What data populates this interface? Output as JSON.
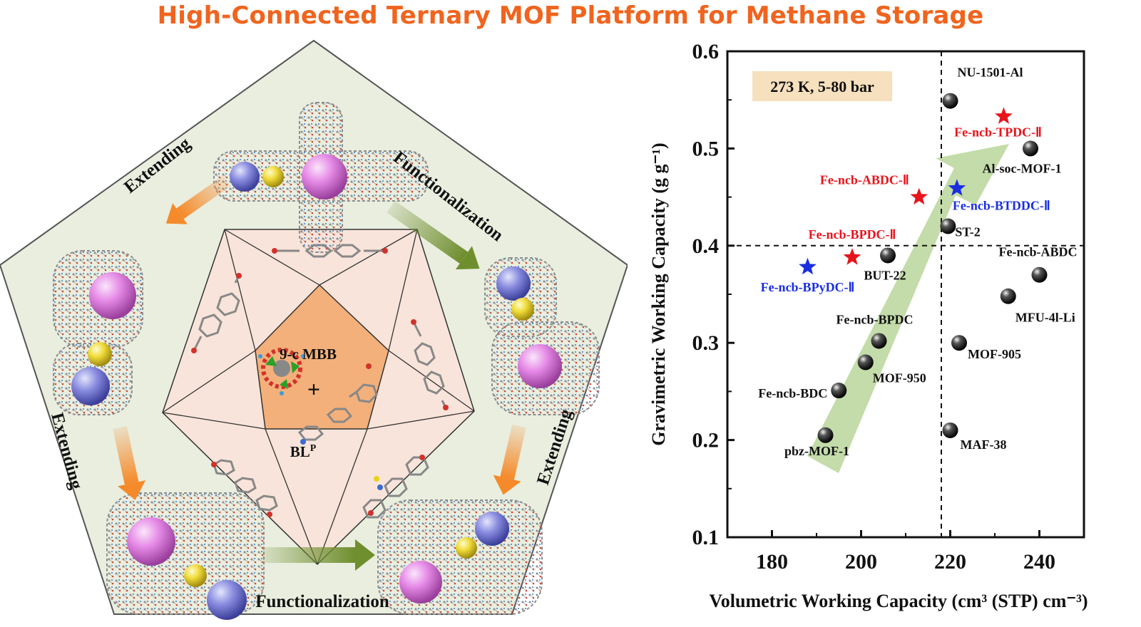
{
  "title": "High-Connected Ternary MOF Platform for Methane Storage",
  "schematic": {
    "labels": {
      "extending_top_left": "Extending",
      "functionalization_top_right": "Functionalization",
      "extending_left": "Extending",
      "extending_right": "Extending",
      "functionalization_bottom": "Functionalization"
    },
    "core": {
      "mbb": "9-c MBB",
      "plus": "+",
      "linker": "BL",
      "linker_sup": "P"
    }
  },
  "colors": {
    "title": "#f0641e",
    "pentagon_fill": "#e9eedf",
    "core_fill": "#f3b07a",
    "orange_arrow": "#f58a2a",
    "green_arrow": "#6f8e2e",
    "highlight_red": "#e8141c",
    "highlight_blue": "#1a2ee0",
    "trend_arrow": "#b9d69a",
    "condition_box": "#f6e0bd"
  },
  "chart_data": {
    "type": "scatter",
    "xlabel": "Volumetric Working Capacity (cm³ (STP) cm⁻³)",
    "ylabel": "Gravimetric Working Capacity (g g⁻¹)",
    "xlim": [
      170,
      250
    ],
    "ylim": [
      0.1,
      0.6
    ],
    "x_ticks": [
      "180",
      "200",
      "220",
      "240"
    ],
    "y_ticks": [
      "0.1",
      "0.2",
      "0.3",
      "0.4",
      "0.5",
      "0.6"
    ],
    "reference_lines": {
      "x": 218,
      "y": 0.4
    },
    "condition_label": "273 K, 5-80 bar",
    "trend": "increasing (shaded arrow)",
    "points": [
      {
        "name": "NU-1501-Al",
        "x": 220,
        "y": 0.549,
        "marker": "sphere",
        "color": "#111111"
      },
      {
        "name": "Fe-ncb-TPDC-Ⅱ",
        "x": 232,
        "y": 0.533,
        "marker": "star",
        "color": "#e8141c"
      },
      {
        "name": "Al-soc-MOF-1",
        "x": 238,
        "y": 0.5,
        "marker": "sphere",
        "color": "#111111"
      },
      {
        "name": "Fe-ncb-ABDC-Ⅱ",
        "x": 213,
        "y": 0.45,
        "marker": "star",
        "color": "#e8141c"
      },
      {
        "name": "Fe-ncb-BTDDC-Ⅱ",
        "x": 221.5,
        "y": 0.459,
        "marker": "star",
        "color": "#1a2ee0"
      },
      {
        "name": "ST-2",
        "x": 219.5,
        "y": 0.42,
        "marker": "sphere",
        "color": "#111111"
      },
      {
        "name": "Fe-ncb-BPDC-Ⅱ",
        "x": 198,
        "y": 0.388,
        "marker": "star",
        "color": "#e8141c"
      },
      {
        "name": "BUT-22",
        "x": 206,
        "y": 0.39,
        "marker": "sphere",
        "color": "#111111"
      },
      {
        "name": "Fe-ncb-BPyDC-Ⅱ",
        "x": 188,
        "y": 0.378,
        "marker": "star",
        "color": "#1a2ee0"
      },
      {
        "name": "Fe-ncb-ABDC",
        "x": 240,
        "y": 0.37,
        "marker": "sphere",
        "color": "#111111"
      },
      {
        "name": "MFU-4l-Li",
        "x": 233,
        "y": 0.348,
        "marker": "sphere",
        "color": "#111111"
      },
      {
        "name": "Fe-ncb-BPDC",
        "x": 204,
        "y": 0.302,
        "marker": "sphere",
        "color": "#111111"
      },
      {
        "name": "MOF-905",
        "x": 222,
        "y": 0.3,
        "marker": "sphere",
        "color": "#111111"
      },
      {
        "name": "MOF-950",
        "x": 201,
        "y": 0.28,
        "marker": "sphere",
        "color": "#111111"
      },
      {
        "name": "Fe-ncb-BDC",
        "x": 195,
        "y": 0.251,
        "marker": "sphere",
        "color": "#111111"
      },
      {
        "name": "MAF-38",
        "x": 220,
        "y": 0.21,
        "marker": "sphere",
        "color": "#111111"
      },
      {
        "name": "pbz-MOF-1",
        "x": 192,
        "y": 0.205,
        "marker": "sphere",
        "color": "#111111"
      }
    ]
  }
}
